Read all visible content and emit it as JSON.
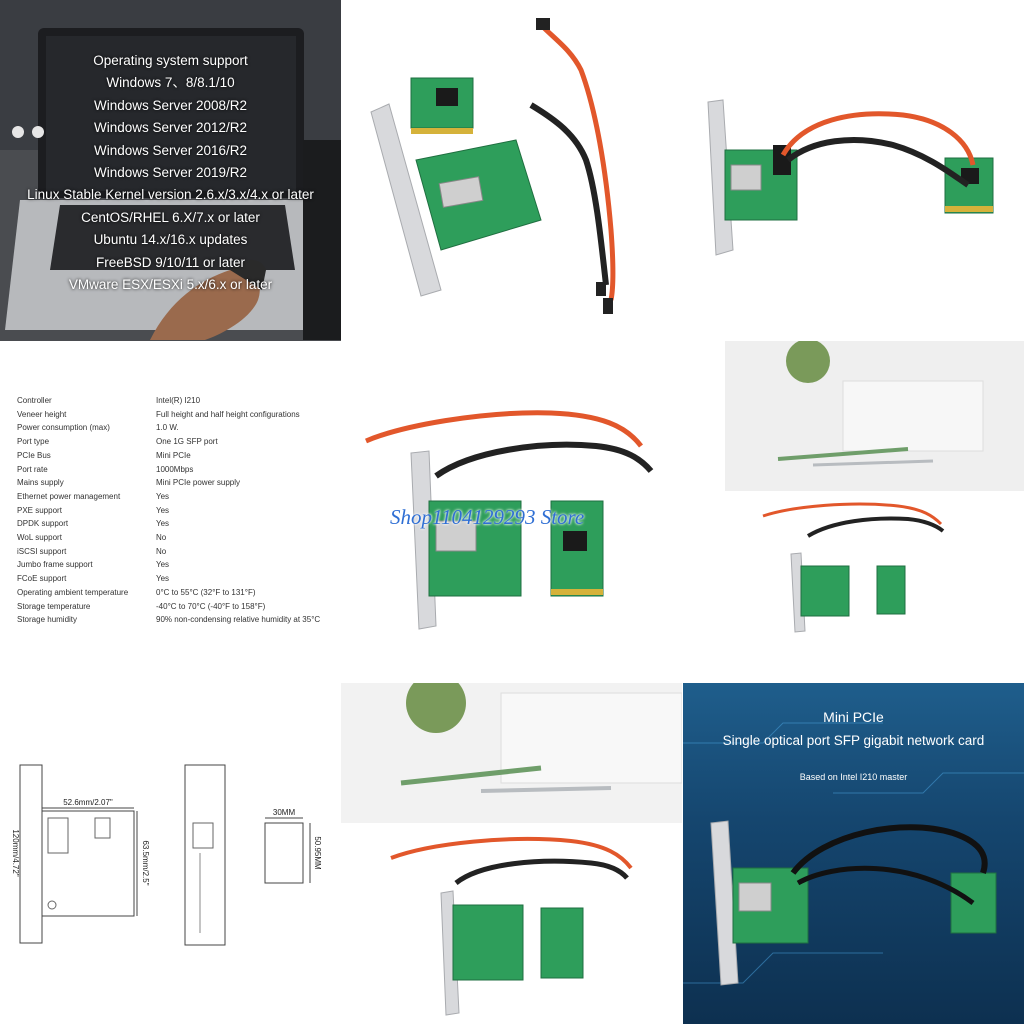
{
  "os_panel": {
    "lines": [
      "Operating system support",
      "Windows 7、8/8.1/10",
      "Windows Server 2008/R2",
      "Windows Server 2012/R2",
      "Windows Server 2016/R2",
      "Windows Server 2019/R2",
      "Linux Stable Kernel version 2.6.x/3.x/4.x or later",
      "CentOS/RHEL 6.X/7.x or later",
      "Ubuntu 14.x/16.x updates",
      "FreeBSD 9/10/11 or later",
      "VMware ESX/ESXi 5.x/6.x or later"
    ]
  },
  "specs": [
    {
      "label": "Controller",
      "value": "Intel(R) I210"
    },
    {
      "label": "Veneer height",
      "value": "Full height and half height configurations"
    },
    {
      "label": "Power consumption (max)",
      "value": "1.0 W."
    },
    {
      "label": "Port type",
      "value": "One 1G SFP port"
    },
    {
      "label": "PCIe Bus",
      "value": "Mini PCIe"
    },
    {
      "label": "Port rate",
      "value": "1000Mbps"
    },
    {
      "label": "Mains supply",
      "value": "Mini PCIe power supply"
    },
    {
      "label": "Ethernet power management",
      "value": "Yes"
    },
    {
      "label": "PXE support",
      "value": "Yes"
    },
    {
      "label": "DPDK support",
      "value": "Yes"
    },
    {
      "label": "WoL support",
      "value": "No"
    },
    {
      "label": "iSCSI support",
      "value": "No"
    },
    {
      "label": "Jumbo frame support",
      "value": "Yes"
    },
    {
      "label": "FCoE support",
      "value": "Yes"
    },
    {
      "label": "Operating ambient temperature",
      "value": "0°C to 55°C (32°F to 131°F)"
    },
    {
      "label": "Storage temperature",
      "value": "-40°C to 70°C (-40°F to 158°F)"
    },
    {
      "label": "Storage humidity",
      "value": "90% non-condensing relative humidity at 35°C"
    }
  ],
  "watermark": "Shop1104129293 Store",
  "dimensions": {
    "width": "52.6mm/2.07\"",
    "height_left": "120mm/4.72\"",
    "height_right": "63.5mm/2.5\"",
    "mini_width": "30MM",
    "mini_height": "50.95MM"
  },
  "promo": {
    "line1": "Mini PCIe",
    "line2": "Single optical port SFP gigabit network card",
    "line3": "Based on Intel I210 master"
  },
  "colors": {
    "pcb_green": "#2e9e5b",
    "cable_red": "#e2572b",
    "cable_black": "#222222",
    "watermark_blue": "#2f6fd4",
    "promo_bg": "#1a5380"
  }
}
